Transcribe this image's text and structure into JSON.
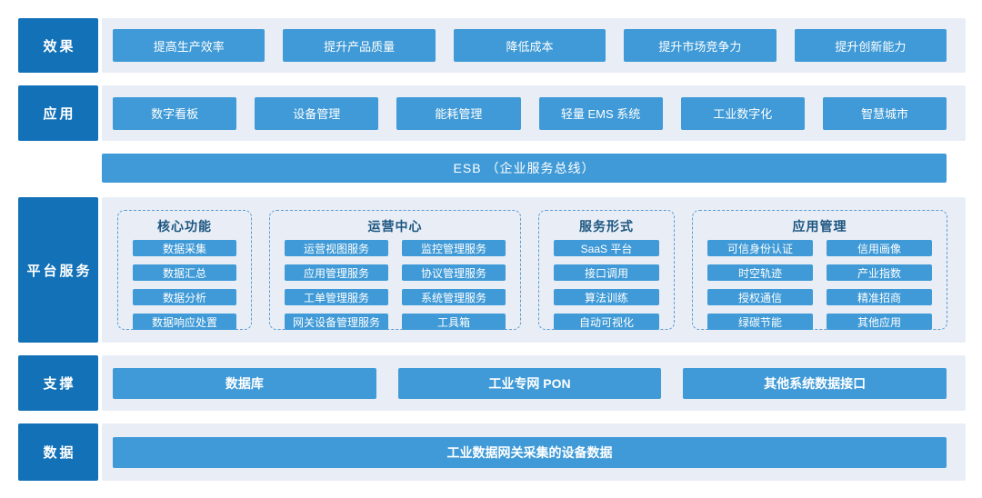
{
  "colors": {
    "label_bg": "#1271b7",
    "block_blue": "#3f9ad7",
    "row_bg": "#e9eef6",
    "group_border": "#5b9bd5",
    "group_title_text": "#1c5580",
    "block_text": "#ffffff"
  },
  "rows": {
    "effects": {
      "label": "效果",
      "items": [
        "提高生产效率",
        "提升产品质量",
        "降低成本",
        "提升市场竞争力",
        "提升创新能力"
      ]
    },
    "applications": {
      "label": "应用",
      "items": [
        "数字看板",
        "设备管理",
        "能耗管理",
        "轻量 EMS 系统",
        "工业数字化",
        "智慧城市"
      ]
    },
    "esb": {
      "label": "ESB （企业服务总线）"
    },
    "platform": {
      "label": "平台服务",
      "groups": [
        {
          "title": "核心功能",
          "items": [
            "数据采集",
            "数据汇总",
            "数据分析",
            "数据响应处置"
          ]
        },
        {
          "title": "运营中心",
          "items": [
            "运营视图服务",
            "监控管理服务",
            "应用管理服务",
            "协议管理服务",
            "工单管理服务",
            "系统管理服务",
            "网关设备管理服务",
            "工具箱"
          ]
        },
        {
          "title": "服务形式",
          "items": [
            "SaaS 平台",
            "接口调用",
            "算法训练",
            "自动可视化"
          ]
        },
        {
          "title": "应用管理",
          "items": [
            "可信身份认证",
            "信用画像",
            "时空轨迹",
            "产业指数",
            "授权通信",
            "精准招商",
            "绿碳节能",
            "其他应用"
          ]
        }
      ]
    },
    "support": {
      "label": "支撑",
      "items": [
        "数据库",
        "工业专网 PON",
        "其他系统数据接口"
      ]
    },
    "data": {
      "label": "数据",
      "items": [
        "工业数据网关采集的设备数据"
      ]
    }
  }
}
